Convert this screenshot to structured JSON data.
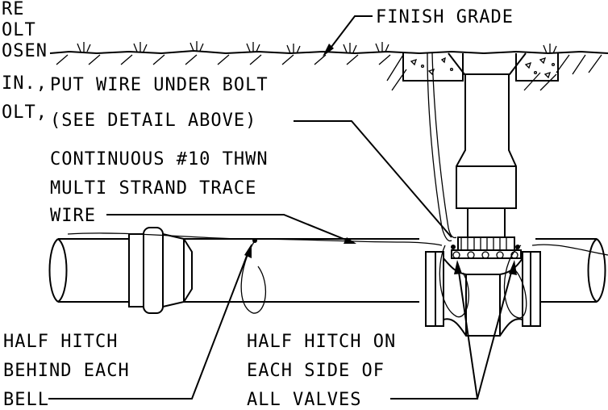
{
  "labels": {
    "finish_grade": "FINISH GRADE",
    "put_wire_1": "PUT WIRE UNDER BOLT",
    "put_wire_2": "(SEE DETAIL ABOVE)",
    "trace_1": "CONTINUOUS #10 THWN",
    "trace_2": "MULTI STRAND TRACE",
    "trace_3": "WIRE",
    "half_bell_1": "HALF HITCH",
    "half_bell_2": "BEHIND EACH",
    "half_bell_3": "BELL",
    "half_valve_1": "HALF HITCH ON",
    "half_valve_2": "EACH SIDE OF",
    "half_valve_3": "ALL VALVES"
  },
  "cropped_left_text": [
    "RE",
    "OLT",
    "OSEN",
    "IN.,",
    "OLT,"
  ]
}
